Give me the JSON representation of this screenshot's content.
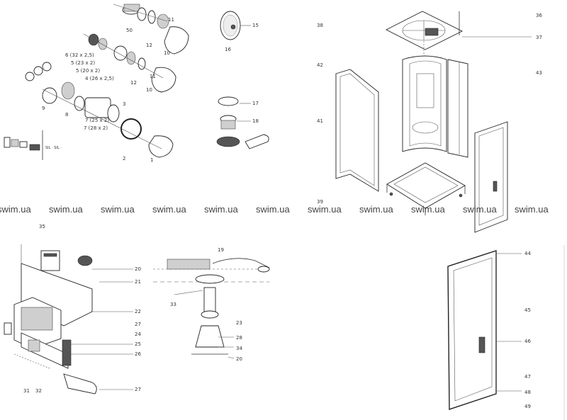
{
  "watermark": {
    "text": "swim.ua",
    "repeats": 11
  },
  "top_left_labels": {
    "n50": "50",
    "n11a": "11",
    "n12a": "12",
    "n10a": "10",
    "n12b": "12",
    "n11b": "11",
    "n10b": "10",
    "n6": "6 (32 x 2,5)",
    "n5": "5 (23 x 2)",
    "n5b": "5 (20 x 2)",
    "n4": "4 (26 x 2,5)",
    "n9": "9",
    "n8": "8",
    "n3": "3",
    "n7a": "7 (25 x 2)",
    "n7b": "7 (28 x 2)",
    "n1": "1",
    "n2": "2",
    "n35": "35",
    "n15": "15",
    "n16": "16",
    "n17": "17",
    "n18": "18",
    "n_small": "SIL · SIL ·"
  },
  "top_right_labels": {
    "n36": "36",
    "n37": "37",
    "n38": "38",
    "n42": "42",
    "n43": "43",
    "n41": "41",
    "n39": "39"
  },
  "bottom_left_labels": {
    "n20": "20",
    "n21": "21",
    "n22": "22",
    "n27a": "27",
    "n24": "24",
    "n25": "25",
    "n26": "26",
    "n27b": "27",
    "n31": "31",
    "n32": "32"
  },
  "bottom_mid_labels": {
    "n19": "19",
    "n33": "33",
    "n23a": "23",
    "n28": "28",
    "n34": "34",
    "n20b": "20"
  },
  "bottom_right_labels": {
    "n44": "44",
    "n45": "45",
    "n46": "46",
    "n47": "47",
    "n48": "48",
    "n49": "49"
  }
}
